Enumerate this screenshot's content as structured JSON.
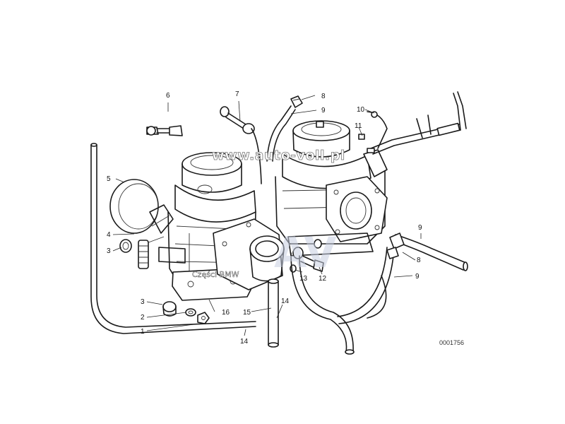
{
  "diagram": {
    "reference_code": "0001756",
    "watermark_url": "www.auto-voll.pl",
    "watermark_sub": "Części BMW",
    "watermark_logo": "AV",
    "callouts": [
      "1",
      "2",
      "3",
      "3",
      "4",
      "5",
      "6",
      "7",
      "8",
      "8",
      "9",
      "9",
      "9",
      "10",
      "11",
      "12",
      "13",
      "14",
      "14",
      "15",
      "16"
    ]
  }
}
